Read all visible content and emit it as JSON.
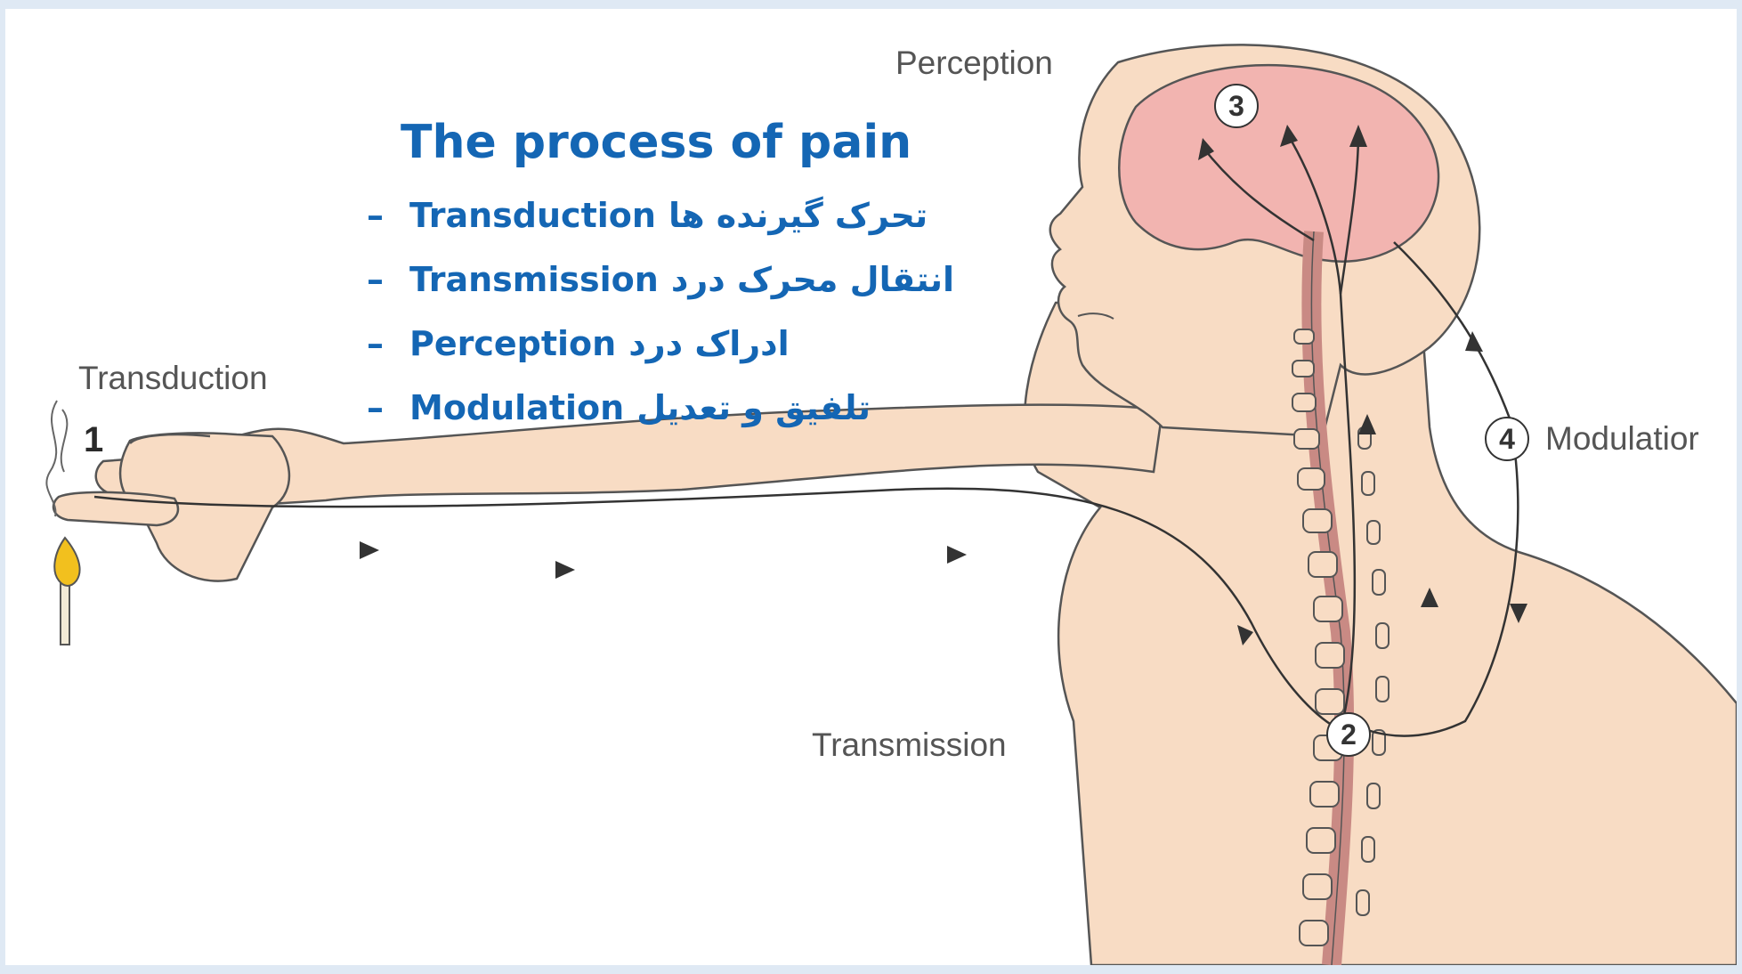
{
  "slide": {
    "title": "The process of pain",
    "bullet_marker": "–",
    "bullets": [
      {
        "en": "Transduction",
        "fa": "تحرک گیرنده ها"
      },
      {
        "en": "Transmission",
        "fa": "انتقال محرک درد"
      },
      {
        "en": "Perception",
        "fa": "ادراک درد"
      },
      {
        "en": "Modulation",
        "fa": "تلفیق و تعدیل"
      }
    ]
  },
  "diagram": {
    "labels": {
      "transduction": "Transduction",
      "transmission": "Transmission",
      "perception": "Perception",
      "modulation": "Modulatior"
    },
    "step_numbers": {
      "one": "1",
      "two": "2",
      "three": "3",
      "four": "4"
    }
  },
  "colors": {
    "title_blue": "#1466b4",
    "skin": "#f8dcc4",
    "brain": "#f2b4b0",
    "outline": "#555555",
    "flame": "#f2c01e"
  }
}
